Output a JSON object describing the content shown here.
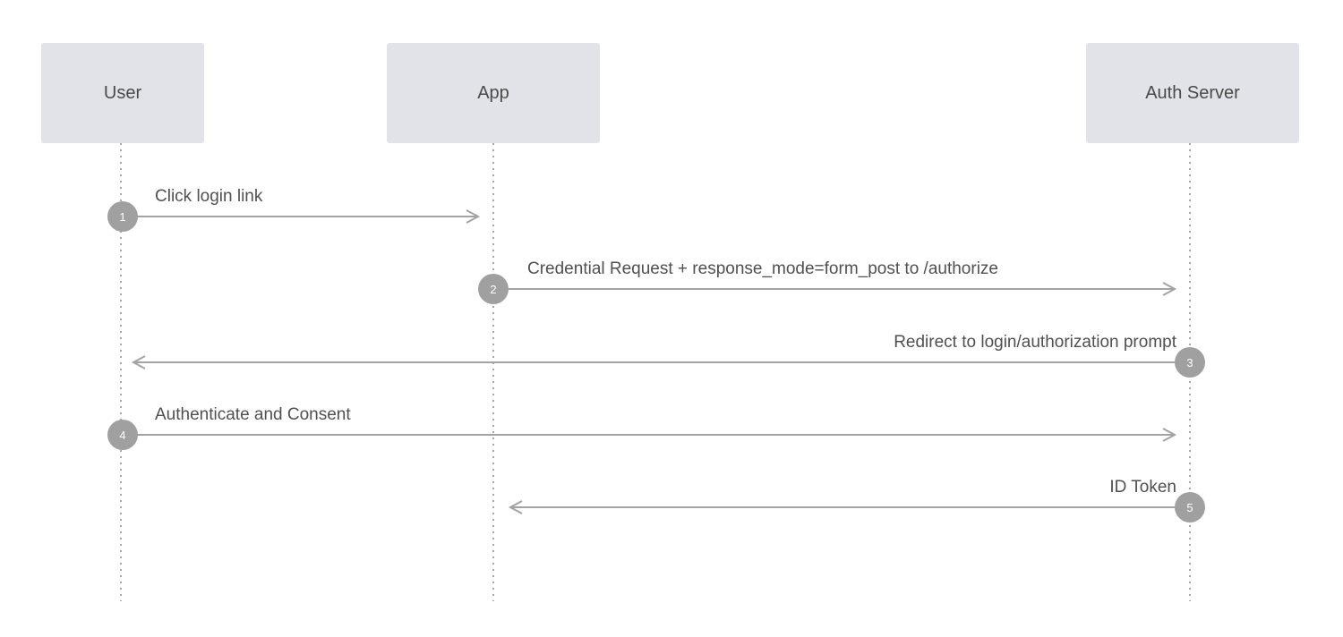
{
  "actors": [
    {
      "id": "user",
      "label": "User"
    },
    {
      "id": "app",
      "label": "App"
    },
    {
      "id": "auth",
      "label": "Auth Server"
    }
  ],
  "messages": [
    {
      "step": "1",
      "from": "user",
      "to": "app",
      "label": "Click login link"
    },
    {
      "step": "2",
      "from": "app",
      "to": "auth",
      "label": "Credential Request + response_mode=form_post to /authorize"
    },
    {
      "step": "3",
      "from": "auth",
      "to": "user",
      "label": "Redirect to login/authorization prompt"
    },
    {
      "step": "4",
      "from": "user",
      "to": "auth",
      "label": "Authenticate and Consent"
    },
    {
      "step": "5",
      "from": "auth",
      "to": "app",
      "label": "ID Token"
    }
  ],
  "colors": {
    "actor_fill": "#e1e3e8",
    "line": "#a3a3a3",
    "step_circle": "#a0a0a0",
    "text": "#505050"
  }
}
